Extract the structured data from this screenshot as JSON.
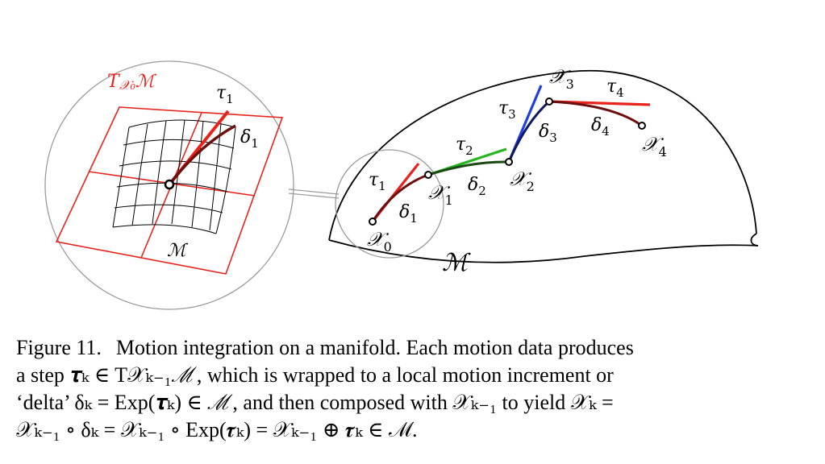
{
  "figure": {
    "inset": {
      "tangent_space": {
        "T": "T",
        "sub": "𝒳₀",
        "space": "ℳ"
      },
      "tau": {
        "sym": "τ",
        "sub": "1"
      },
      "delta": {
        "sym": "δ",
        "sub": "1"
      },
      "manifold": "ℳ"
    },
    "manifold_label": "ℳ",
    "points": [
      {
        "sym": "𝒳",
        "sub": "0"
      },
      {
        "sym": "𝒳",
        "sub": "1"
      },
      {
        "sym": "𝒳",
        "sub": "2"
      },
      {
        "sym": "𝒳",
        "sub": "3"
      },
      {
        "sym": "𝒳",
        "sub": "4"
      }
    ],
    "taus": [
      {
        "sym": "τ",
        "sub": "1"
      },
      {
        "sym": "τ",
        "sub": "2"
      },
      {
        "sym": "τ",
        "sub": "3"
      },
      {
        "sym": "τ",
        "sub": "4"
      }
    ],
    "deltas": [
      {
        "sym": "δ",
        "sub": "1"
      },
      {
        "sym": "δ",
        "sub": "2"
      },
      {
        "sym": "δ",
        "sub": "3"
      },
      {
        "sym": "δ",
        "sub": "4"
      }
    ],
    "colors": {
      "tangent_plane": "#e8231b",
      "tau1": "#e8231b",
      "tau2": "#25b520",
      "tau3": "#1f3fe0",
      "tau4": "#e8231b",
      "delta1": "#6b0f0f",
      "delta2": "#1a4a12",
      "delta3": "#101a60",
      "delta4": "#6b0f0f",
      "inset_circle": "#9a9a9a",
      "ink": "#000000"
    }
  },
  "caption": {
    "label": "Figure 11.",
    "lines": [
      "Motion integration on a manifold. Each motion data produces",
      "a step 𝝉ₖ ∈ T𝒳ₖ₋₁ℳ, which is wrapped to a local motion increment or",
      "‘delta’ δₖ = Exp(𝝉ₖ) ∈ ℳ, and then composed with 𝒳ₖ₋₁ to yield 𝒳ₖ =",
      "𝒳ₖ₋₁ ∘ δₖ = 𝒳ₖ₋₁ ∘ Exp(𝝉ₖ) = 𝒳ₖ₋₁ ⊕ 𝝉ₖ ∈ ℳ."
    ]
  }
}
